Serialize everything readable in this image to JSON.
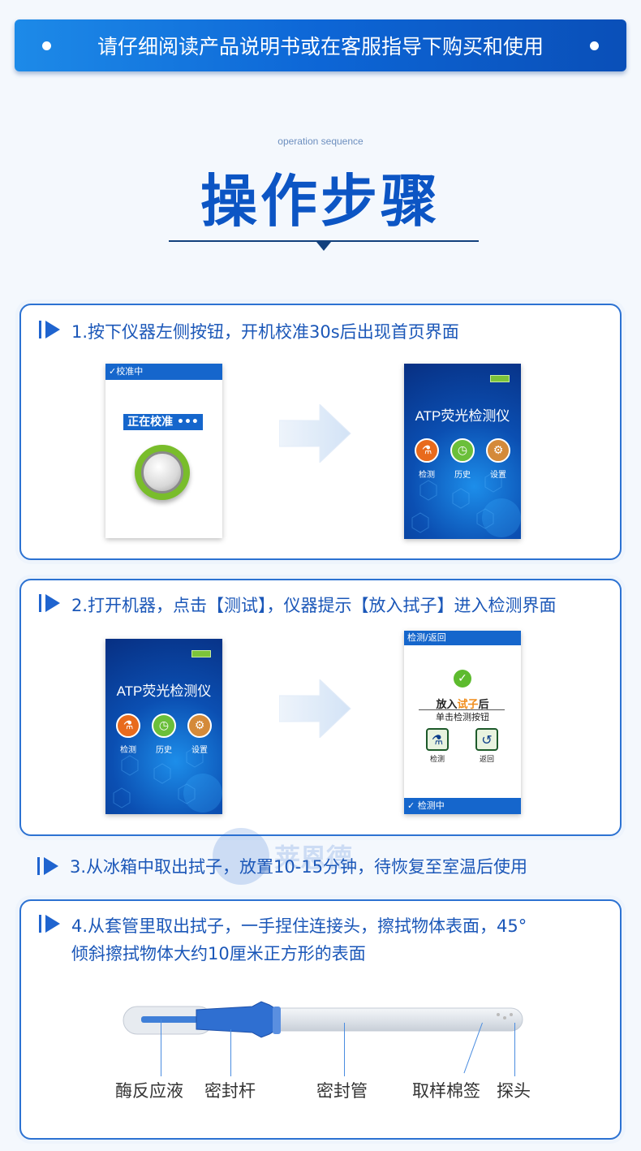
{
  "banner": {
    "text": "请仔细阅读产品说明书或在客服指导下购买和使用"
  },
  "section": {
    "subtitle_en": "operation sequence",
    "title": "操作步骤"
  },
  "steps": [
    {
      "text": "1.按下仪器左侧按钮，开机校准30s后出现首页界面"
    },
    {
      "text": "2.打开机器，点击【测试】，仪器提示【放入拭子】进入检测界面"
    },
    {
      "text": "3.从冰箱中取出拭子，放置10-15分钟，待恢复至室温后使用"
    },
    {
      "line1": "4.从套管里取出拭子，一手捏住连接头，擦拭物体表面，45°",
      "line2": "倾斜擦拭物体大约10厘米正方形的表面"
    }
  ],
  "calibration_screen": {
    "topbar": "✓校准中",
    "label": "正在校准 •••"
  },
  "home_screen": {
    "title": "ATP荧光检测仪",
    "icons": [
      {
        "label": "检测",
        "icon": "microscope-icon",
        "color": "#e86a1c"
      },
      {
        "label": "历史",
        "icon": "clock-icon",
        "color": "#6bbf3a"
      },
      {
        "label": "设置",
        "icon": "gear-icon",
        "color": "#d48a3a"
      }
    ]
  },
  "test_screen": {
    "topbar": "检测/返回",
    "put_prefix": "放入",
    "put_highlight": "试子",
    "put_suffix": "后",
    "sub": "单击检测按钮",
    "btn_detect": "检测",
    "btn_back": "返回",
    "bottombar": "✓ 检测中"
  },
  "watermark": {
    "name": "莱恩德"
  },
  "swab_labels": [
    "酶反应液",
    "密封杆",
    "密封管",
    "取样棉签",
    "探头"
  ],
  "colors": {
    "brand_blue": "#1f64cf",
    "card_border": "#2c72d2",
    "highlight_orange": "#f08c1a"
  }
}
